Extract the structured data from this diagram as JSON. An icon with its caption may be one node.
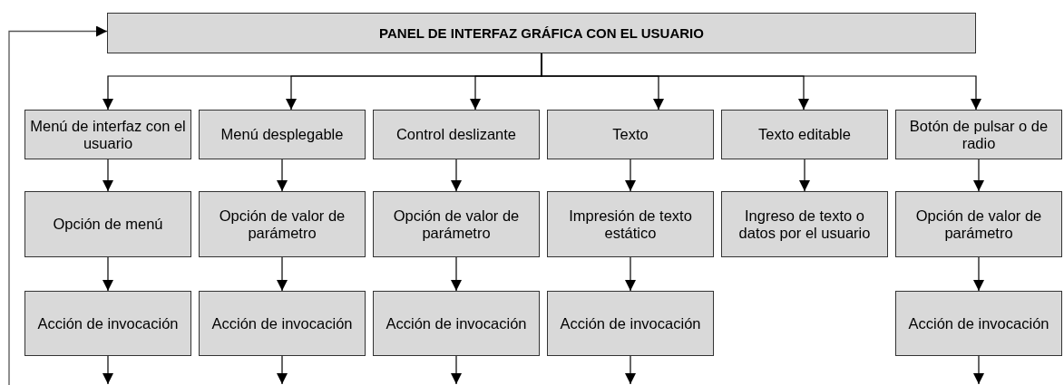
{
  "diagram": {
    "nodes": [
      {
        "text": [
          "PANEL DE INTERFAZ GRÁFICA CON EL USUARIO"
        ]
      },
      {
        "text": [
          "Menú de interfaz con el usuario"
        ]
      },
      {
        "text": [
          "Menú desplegable"
        ]
      },
      {
        "text": [
          "Control deslizante"
        ]
      },
      {
        "text": [
          "Texto"
        ]
      },
      {
        "text": [
          "Texto editable"
        ]
      },
      {
        "text": [
          "Botón de pulsar o de radio"
        ]
      },
      {
        "text": [
          "Opción de menú"
        ]
      },
      {
        "text": [
          "Opción de valor de parámetro"
        ]
      },
      {
        "text": [
          "Opción de valor de parámetro"
        ]
      },
      {
        "text": [
          "Impresión de texto estático"
        ]
      },
      {
        "text": [
          "Ingreso de texto o datos por el usuario"
        ]
      },
      {
        "text": [
          "Opción de valor de parámetro"
        ]
      },
      {
        "text": [
          "Acción de invocación"
        ]
      },
      {
        "text": [
          "Acción de invocación"
        ]
      },
      {
        "text": [
          "Acción de invocación"
        ]
      },
      {
        "text": [
          "Acción de invocación"
        ]
      },
      {
        "text": [
          "Acción de invocación"
        ]
      }
    ],
    "edges": [
      {
        "from": 0,
        "to": 1,
        "arrow": "to"
      },
      {
        "from": 0,
        "to": 2,
        "arrow": "to"
      },
      {
        "from": 0,
        "to": 3,
        "arrow": "to"
      },
      {
        "from": 0,
        "to": 4,
        "arrow": "to"
      },
      {
        "from": 0,
        "to": 5,
        "arrow": "to"
      },
      {
        "from": 0,
        "to": 6,
        "arrow": "to"
      },
      {
        "from": 1,
        "to": 7,
        "arrow": "to"
      },
      {
        "from": 2,
        "to": 8,
        "arrow": "to"
      },
      {
        "from": 3,
        "to": 9,
        "arrow": "to"
      },
      {
        "from": 4,
        "to": 10,
        "arrow": "to"
      },
      {
        "from": 5,
        "to": 11,
        "arrow": "to"
      },
      {
        "from": 6,
        "to": 12,
        "arrow": "to"
      },
      {
        "from": 7,
        "to": 13,
        "arrow": "to"
      },
      {
        "from": 8,
        "to": 14,
        "arrow": "to"
      },
      {
        "from": 9,
        "to": 15,
        "arrow": "to"
      },
      {
        "from": 10,
        "to": 16,
        "arrow": "to"
      },
      {
        "from": 12,
        "to": 17,
        "arrow": "to"
      },
      {
        "from": 13,
        "to": null,
        "arrow": "to"
      },
      {
        "from": 14,
        "to": null,
        "arrow": "to"
      },
      {
        "from": 15,
        "to": null,
        "arrow": "to"
      },
      {
        "from": 16,
        "to": null,
        "arrow": "to"
      },
      {
        "from": 17,
        "to": null,
        "arrow": "to"
      },
      {
        "from": null,
        "to": 0,
        "arrow": "to"
      }
    ]
  }
}
